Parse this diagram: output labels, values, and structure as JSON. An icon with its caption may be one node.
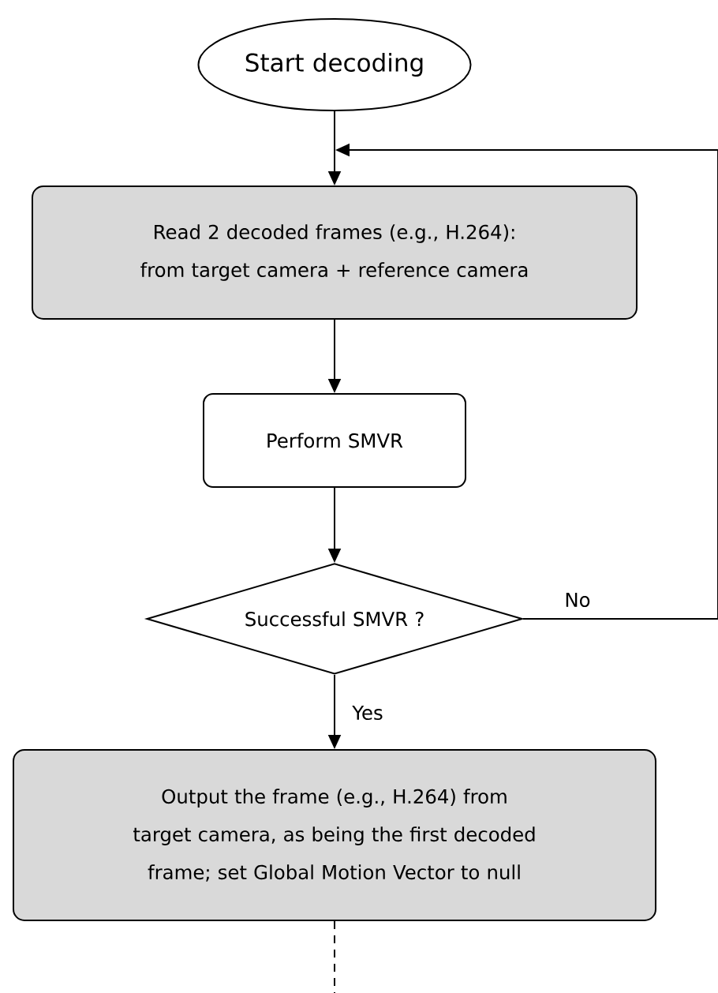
{
  "diagram": {
    "nodes": [
      {
        "text": [
          "Start decoding"
        ]
      },
      {
        "text": [
          "Read 2 decoded frames (e.g., H.264): from target camera + reference camera"
        ]
      },
      {
        "text": [
          "Perform SMVR"
        ]
      },
      {
        "text": [
          "Successful SMVR ?"
        ]
      },
      {
        "text": [
          "Output the frame (e.g., H.264) from target camera, as being the first decoded frame; set Global Motion Vector to null"
        ]
      }
    ],
    "edges": [
      {
        "from": 0,
        "to": 1,
        "arrow": "to"
      },
      {
        "from": 1,
        "to": 2,
        "arrow": "to"
      },
      {
        "from": 2,
        "to": 3,
        "arrow": "to"
      },
      {
        "from": 3,
        "to": 4,
        "arrow": "to",
        "label": "Yes"
      },
      {
        "from": 3,
        "to": 1,
        "arrow": "to",
        "label": "No"
      },
      {
        "from": 4,
        "to": null,
        "arrow": "none",
        "style": "dashed"
      }
    ]
  }
}
